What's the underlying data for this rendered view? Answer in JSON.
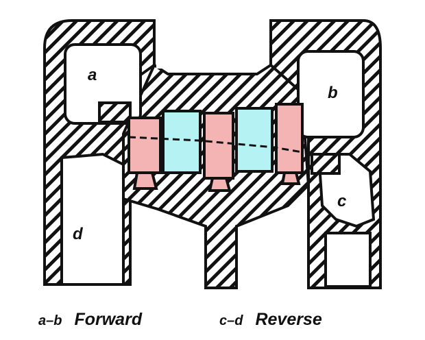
{
  "chambers": {
    "a": "a",
    "b": "b",
    "c": "c",
    "d": "d"
  },
  "legend": [
    {
      "key": "a–b",
      "label": "Forward"
    },
    {
      "key": "c–d",
      "label": "Reverse"
    }
  ],
  "colors": {
    "roller_pink": "#f4b4b4",
    "roller_blue": "#b4f2f4",
    "outline": "#111111"
  }
}
